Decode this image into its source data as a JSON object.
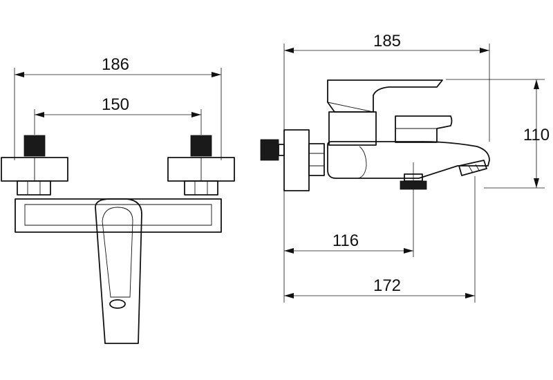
{
  "dimensions": {
    "front_overall_width": "186",
    "front_inlet_spacing": "150",
    "side_overall_depth": "185",
    "side_height": "110",
    "side_outlet_offset": "116",
    "side_spout_reach": "172"
  }
}
